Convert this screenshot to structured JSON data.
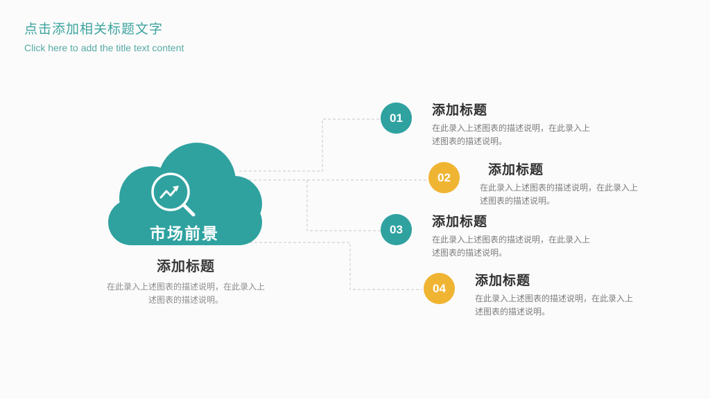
{
  "header": {
    "title": "点击添加相关标题文字",
    "subtitle": "Click here to add the title text content"
  },
  "cloud": {
    "label": "市场前景",
    "icon": "magnifier-trend-icon",
    "color": "#2fa2a0"
  },
  "cloud_caption": {
    "heading": "添加标题",
    "desc": "在此录入上述图表的描述说明，在此录入上述图表的描述说明。"
  },
  "items": [
    {
      "number": "01",
      "color": "#2fa2a0",
      "heading": "添加标题",
      "desc": "在此录入上述图表的描述说明，在此录入上述图表的描述说明。"
    },
    {
      "number": "02",
      "color": "#f0b433",
      "heading": "添加标题",
      "desc": "在此录入上述图表的描述说明，在此录入上述图表的描述说明。"
    },
    {
      "number": "03",
      "color": "#2fa2a0",
      "heading": "添加标题",
      "desc": "在此录入上述图表的描述说明，在此录入上述图表的描述说明。"
    },
    {
      "number": "04",
      "color": "#f0b433",
      "heading": "添加标题",
      "desc": "在此录入上述图表的描述说明，在此录入上述图表的描述说明。"
    }
  ],
  "colors": {
    "teal": "#2fa2a0",
    "yellow": "#f0b433",
    "heading_text": "#303030",
    "desc_text": "#7d7d7d",
    "title_teal": "#3ea49f",
    "connector": "#c7c7c7",
    "background": "#fbfbfb"
  }
}
